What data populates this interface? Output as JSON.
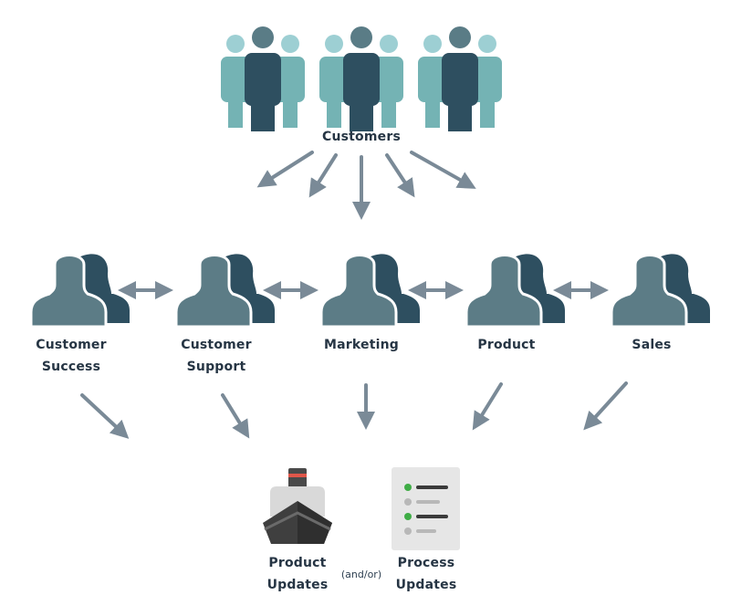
{
  "diagram": {
    "source": {
      "label": "Customers",
      "icon": "group-of-people-icon",
      "groups": 3
    },
    "teams": [
      {
        "id": "customer-success",
        "label_lines": [
          "Customer",
          "Success"
        ]
      },
      {
        "id": "customer-support",
        "label_lines": [
          "Customer",
          "Support"
        ]
      },
      {
        "id": "marketing",
        "label_lines": [
          "Marketing"
        ]
      },
      {
        "id": "product",
        "label_lines": [
          "Product"
        ]
      },
      {
        "id": "sales",
        "label_lines": [
          "Sales"
        ]
      }
    ],
    "outputs": [
      {
        "id": "product-updates",
        "label_lines": [
          "Product",
          "Updates"
        ],
        "icon": "ship-icon"
      },
      {
        "id": "process-updates",
        "label_lines": [
          "Process",
          "Updates"
        ],
        "icon": "checklist-icon"
      }
    ],
    "connector": "(and/or)",
    "edges": {
      "customers_to_teams": "one-way",
      "between_teams": "two-way",
      "teams_to_outputs": "one-way"
    },
    "colors": {
      "dark_teal": "#2e4f60",
      "mid_slate": "#5c7c86",
      "light_teal": "#74b3b4",
      "pale_teal": "#9dcfd3",
      "arrow": "#7a8a97",
      "text": "#263544",
      "green_dot": "#3fad46",
      "ship_red": "#e0574a"
    }
  }
}
